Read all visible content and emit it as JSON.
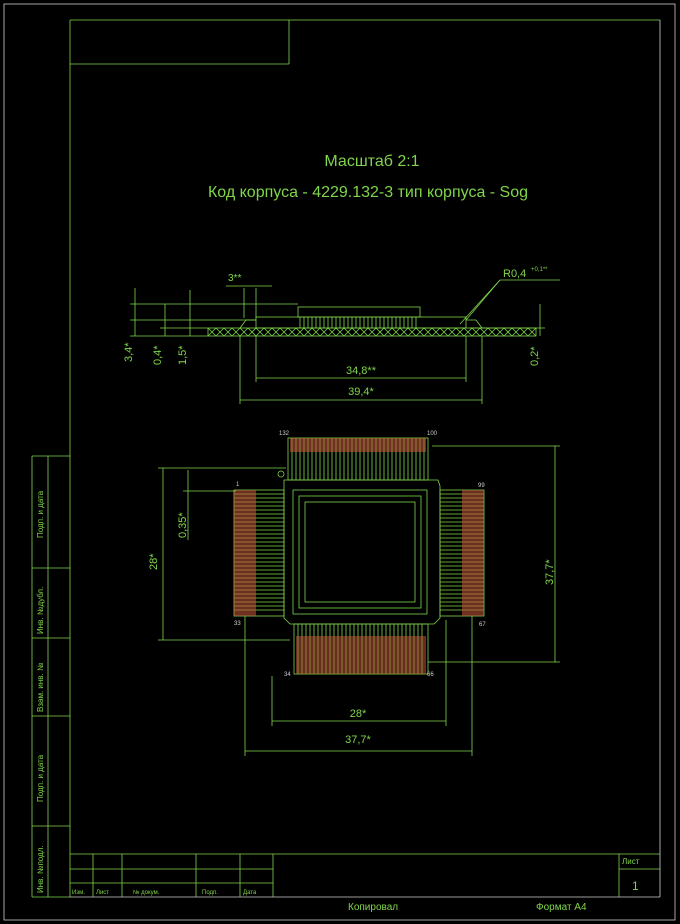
{
  "title": {
    "scale": "Масштаб 2:1",
    "code_line": "Код корпуса - 4229.132-3   тип корпуса - Sog"
  },
  "side_view": {
    "dims": {
      "d3": "3**",
      "r": "R0,4",
      "r_tol": "+0,1**",
      "h34": "3,4*",
      "h04": "0,4*",
      "h15": "1,5*",
      "h02": "0,2*",
      "w348": "34,8**",
      "w394": "39,4*"
    }
  },
  "top_view": {
    "pins": {
      "p132": "132",
      "p100": "100",
      "p1": "1",
      "p99": "99",
      "p33": "33",
      "p67": "67",
      "p34": "34",
      "p66": "66"
    },
    "dims": {
      "pitch": "0,35*",
      "body_v": "28*",
      "span_v": "37,7*",
      "body_h": "28*",
      "span_h": "37,7*"
    }
  },
  "stamp": {
    "side_labels": [
      "Подп. и дата",
      "Инв. №дубл.",
      "Взам. инв. №",
      "Подп. и дата",
      "Инв. №подл."
    ],
    "bottom_labels": [
      "Изм.",
      "Лист",
      "№ докум.",
      "Подп.",
      "Дата"
    ],
    "sheet_label": "Лист",
    "sheet_number": "1",
    "copied": "Копировал",
    "format": "Формат А4"
  },
  "colors": {
    "line": "#7fd64a",
    "frame": "#cfcfcf",
    "pad": "#c85a3c",
    "background": "#000000"
  }
}
